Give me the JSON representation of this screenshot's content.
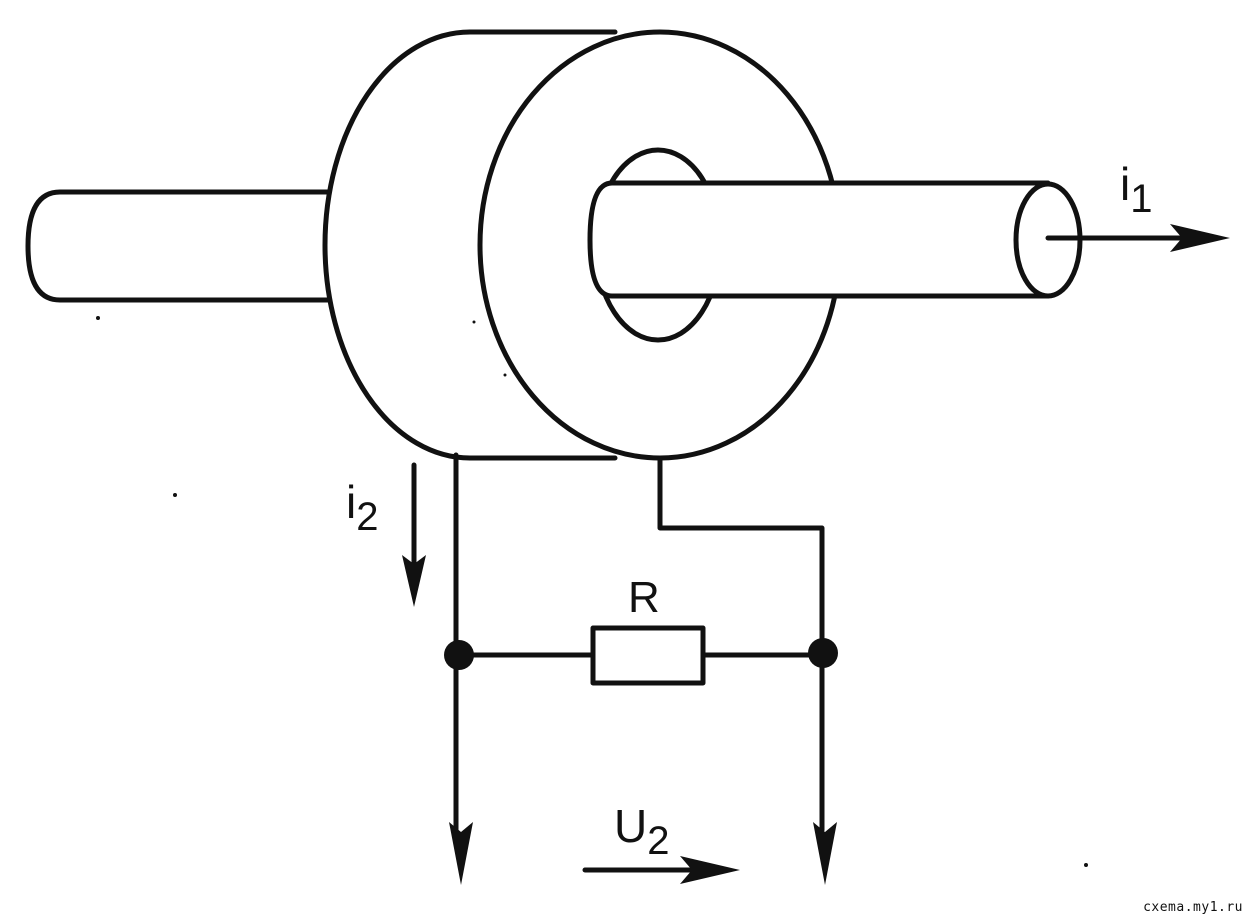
{
  "labels": {
    "i1_main": "i",
    "i1_sub": "1",
    "i2_main": "i",
    "i2_sub": "2",
    "resistor": "R",
    "u2_main": "U",
    "u2_sub": "2"
  },
  "watermark": "cxema.my1.ru",
  "colors": {
    "line": "#111111",
    "background": "#ffffff"
  }
}
